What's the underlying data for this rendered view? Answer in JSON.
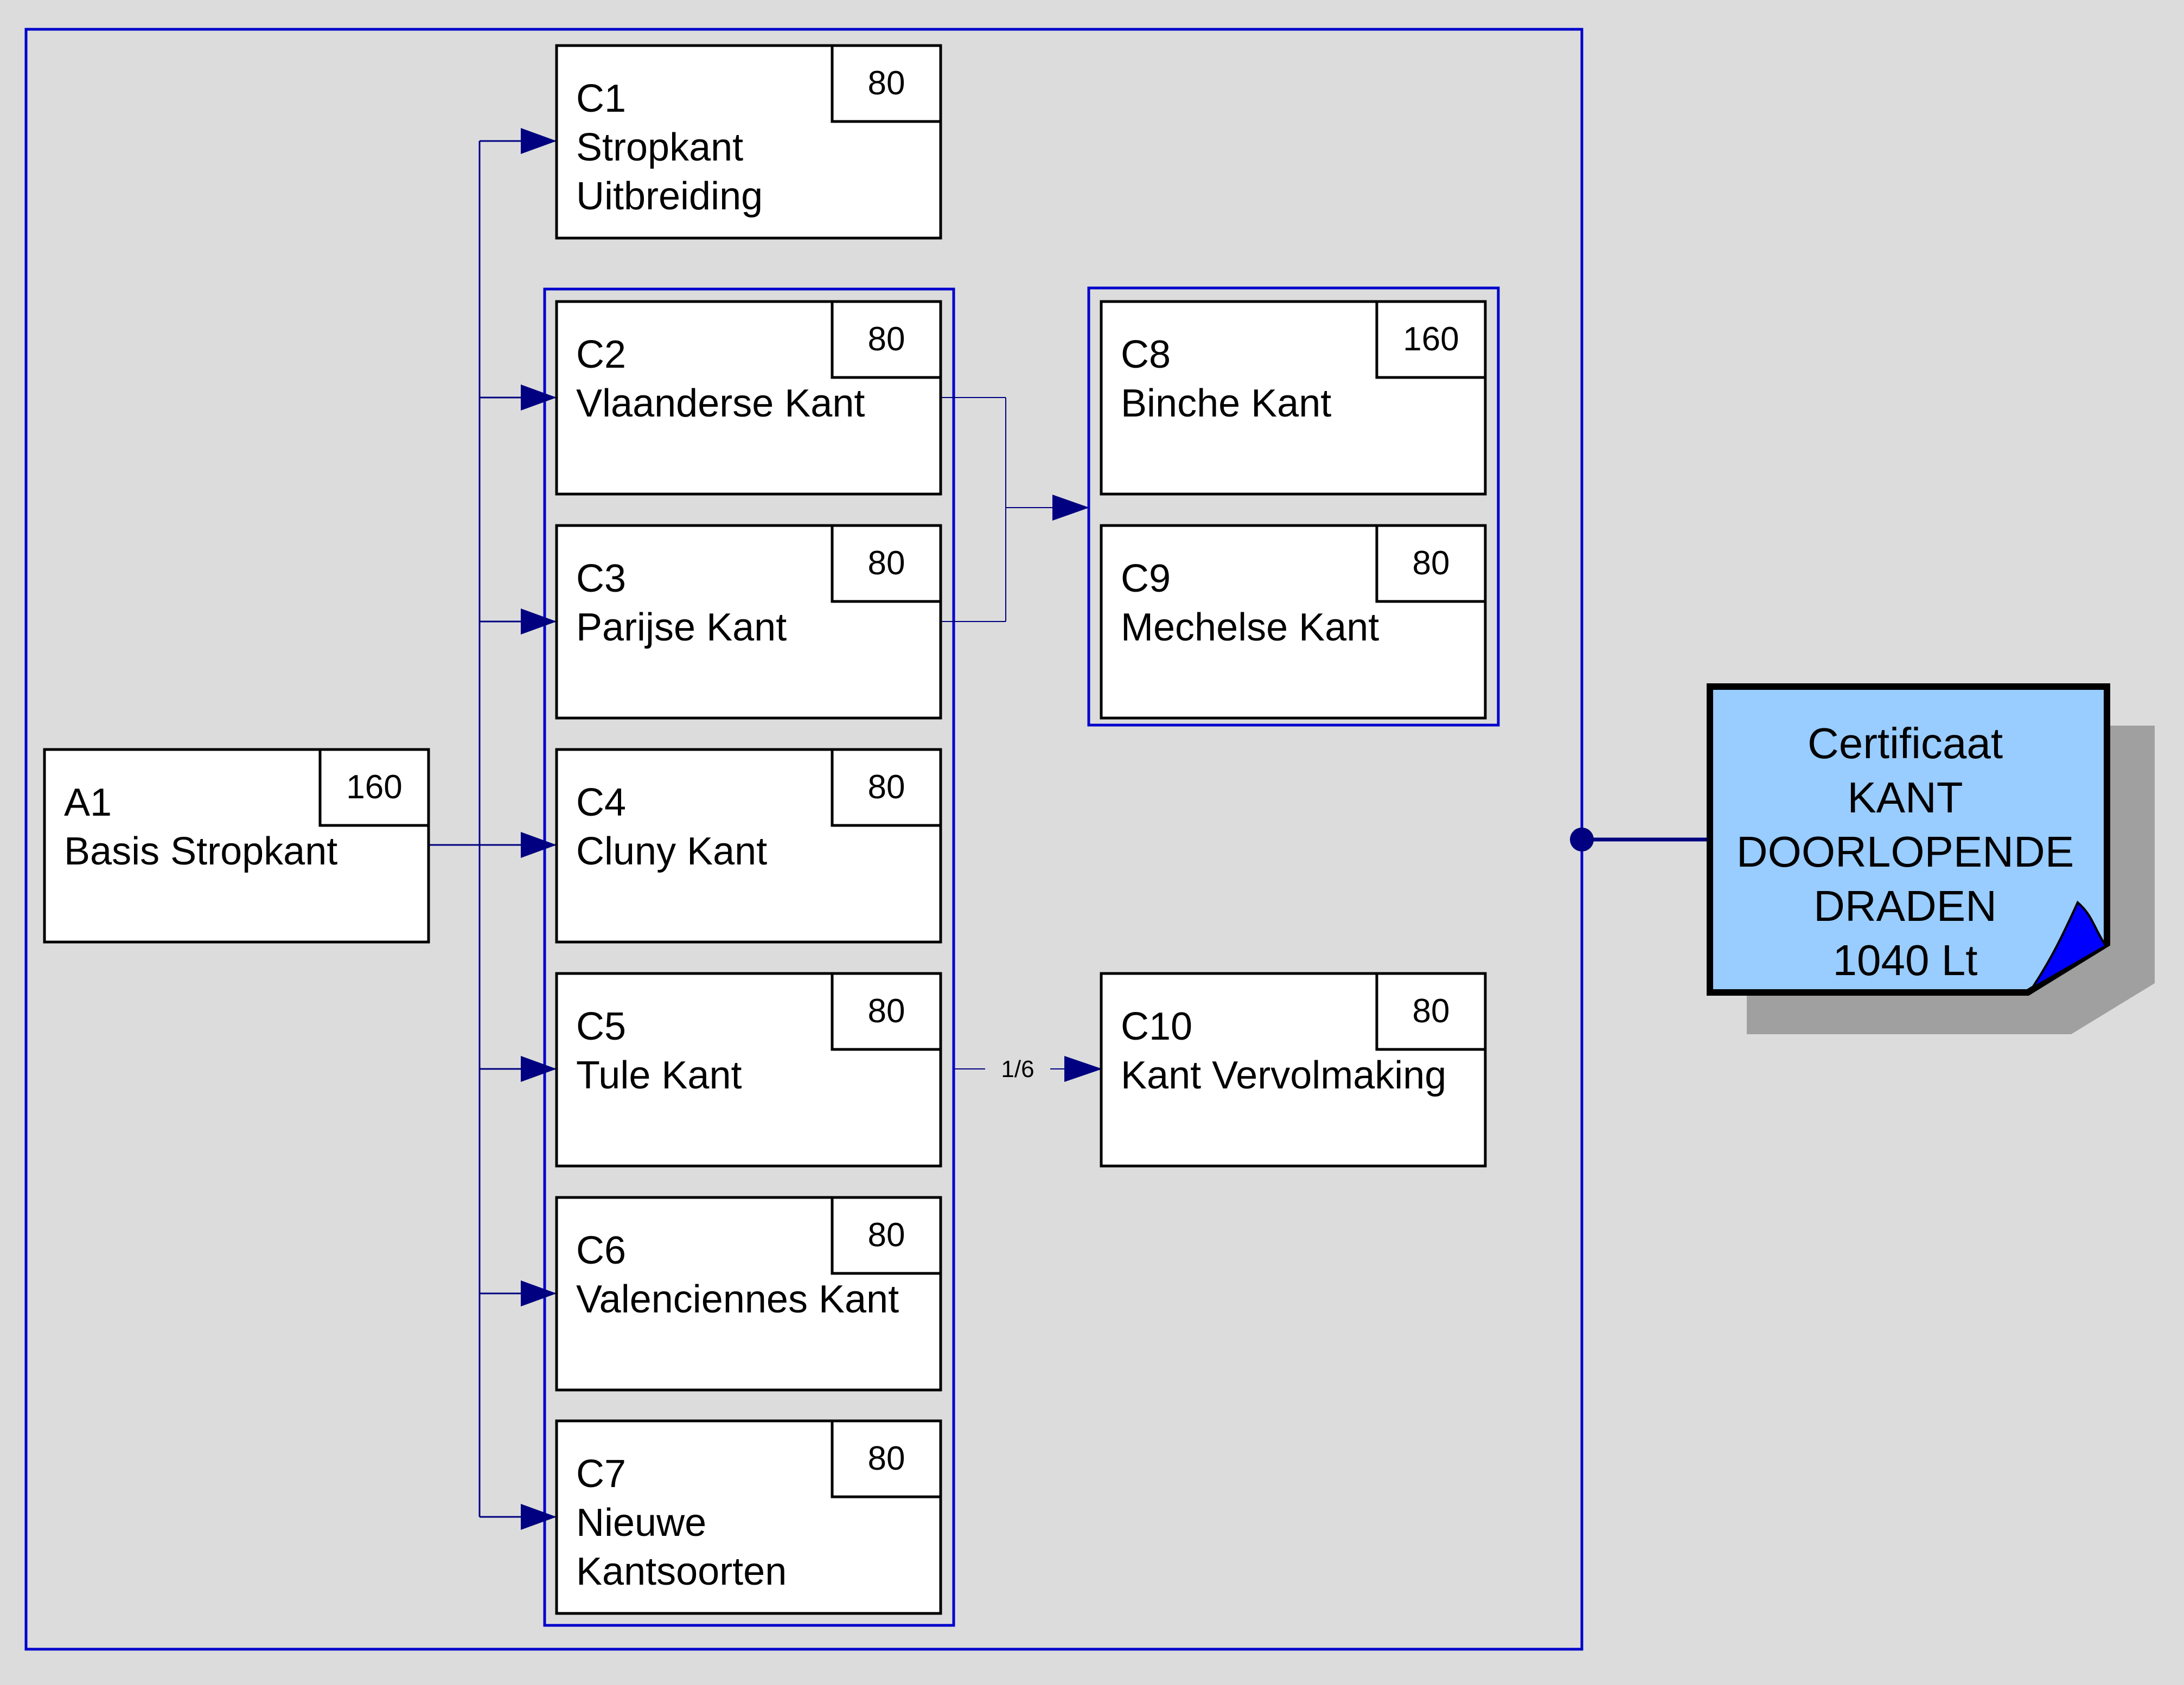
{
  "colors": {
    "background": "#dcdcdc",
    "group_border": "#0000cc",
    "connector": "#000080",
    "certificate_fill": "#99ccff",
    "certificate_corner": "#0000ff",
    "shadow": "#a0a0a0"
  },
  "modules": {
    "a1": {
      "code": "A1",
      "name": [
        "Basis Stropkant"
      ],
      "hours": "160"
    },
    "c1": {
      "code": "C1",
      "name": [
        "Stropkant",
        "Uitbreiding"
      ],
      "hours": "80"
    },
    "c2": {
      "code": "C2",
      "name": [
        "Vlaanderse Kant"
      ],
      "hours": "80"
    },
    "c3": {
      "code": "C3",
      "name": [
        "Parijse Kant"
      ],
      "hours": "80"
    },
    "c4": {
      "code": "C4",
      "name": [
        "Cluny Kant"
      ],
      "hours": "80"
    },
    "c5": {
      "code": "C5",
      "name": [
        "Tule Kant"
      ],
      "hours": "80"
    },
    "c6": {
      "code": "C6",
      "name": [
        "Valenciennes Kant"
      ],
      "hours": "80"
    },
    "c7": {
      "code": "C7",
      "name": [
        "Nieuwe",
        "Kantsoorten"
      ],
      "hours": "80"
    },
    "c8": {
      "code": "C8",
      "name": [
        "Binche Kant"
      ],
      "hours": "160"
    },
    "c9": {
      "code": "C9",
      "name": [
        "Mechelse Kant"
      ],
      "hours": "80"
    },
    "c10": {
      "code": "C10",
      "name": [
        "Kant Vervolmaking"
      ],
      "hours": "80"
    }
  },
  "ratio_label": "1/6",
  "certificate": {
    "lines": [
      "Certificaat",
      "KANT",
      "DOORLOPENDE",
      "DRADEN",
      "1040 Lt"
    ]
  }
}
